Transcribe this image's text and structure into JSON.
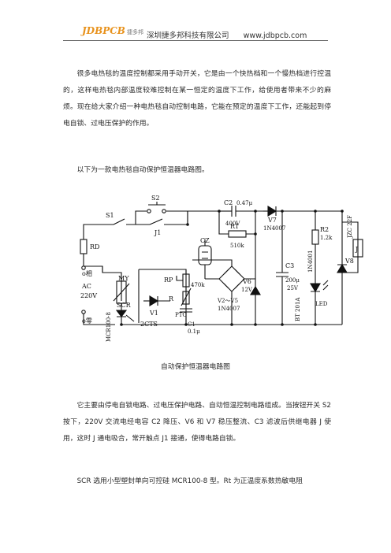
{
  "header": {
    "logo_main": "JDB",
    "logo_pcb": "PCB",
    "logo_cn": "捷多邦",
    "company": "深圳捷多邦科技有限公司",
    "website": "www.jdbpcb.com"
  },
  "paragraphs": {
    "intro": "很多电热毯的温度控制都采用手动开关，它是由一个快热档和一个慢热档进行控温的，这样电热毯内部温度较难控制在某一恒定的温度下工作，给使用者带来不少的麻烦。现在给大家介绍一种电热毯自动控制电路，它能在预定的温度下工作，还能起到停电自锁、过电压保护的作用。",
    "lead": "以下为一款电热毯自动保护恒温器电路图。",
    "main": "它主要由停电自锁电路、过电压保护电路、自动恒温控制电路组成。当按钮开关 S2 按下，220V 交流电经电容 C2 降压、V6 和 V7 稳压整流、C3 滤波后供继电器 J 使用，这时 J 通电吸合，常开触点 J1 接通，使得电路自锁。",
    "scr": "SCR 选用小型塑封单向可控硅 MCR100-8 型。Rt 为正温度系数热敏电阻"
  },
  "figure": {
    "caption": "自动保护恒温器电路图",
    "labels": {
      "s2": "S2",
      "s1": "S1",
      "j1": "J1",
      "rd": "RD",
      "fire": "o相",
      "ac": "AC",
      "v220": "220V",
      "zero": "o零",
      "my": "MY",
      "scr": "SCR",
      "mcr": "MCR100-8",
      "v1": "V1",
      "ctc": "2CTS",
      "rp": "RP",
      "rp_val": "470k",
      "rt": "R",
      "ptc": "PTC",
      "c1": "C1",
      "c1_val": "0.1μ",
      "cz": "CZ",
      "c2": "C2",
      "c2_val": "0.47μ",
      "v400": "400V",
      "r1": "R1",
      "r1_val": "510k",
      "v2v5": "V2～V5",
      "in4007a": "1N4007",
      "v6": "V6",
      "v6_val": "12V",
      "v7": "V7",
      "in4007b": "1N4007",
      "c3": "C3",
      "c3_val": "200μ",
      "c3_v": "25V",
      "r2": "R2",
      "r2_val": "1.2k",
      "in4001": "1N4001",
      "bt": "BT 201A",
      "led": "LED",
      "v8": "V8",
      "jzc": "JZC 22F",
      "j": "J"
    }
  }
}
